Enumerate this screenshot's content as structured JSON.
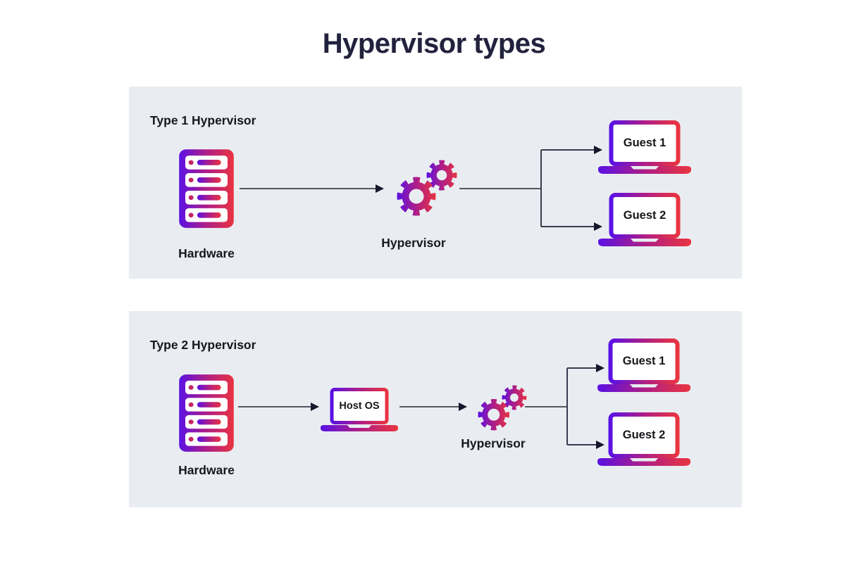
{
  "title": "Hypervisor types",
  "panels": [
    {
      "label": "Type 1 Hypervisor",
      "hardware_label": "Hardware",
      "hypervisor_label": "Hypervisor",
      "guests": [
        "Guest 1",
        "Guest 2"
      ]
    },
    {
      "label": "Type 2 Hypervisor",
      "hardware_label": "Hardware",
      "host_os_label": "Host OS",
      "hypervisor_label": "Hypervisor",
      "guests": [
        "Guest 1",
        "Guest 2"
      ]
    }
  ],
  "icons": {
    "server-icon": "rack-server-gradient",
    "gears-icon": "two-gears-gradient",
    "laptop-icon": "laptop-gradient"
  },
  "colors": {
    "gradient_start": "#5a11e4",
    "gradient_mid": "#ae1e87",
    "gradient_end": "#e93440",
    "panel_bg": "#e9edf2",
    "title_color": "#22223e",
    "text_color": "#17171c",
    "line_color": "#55555f",
    "arrowhead_color": "#16162c"
  }
}
